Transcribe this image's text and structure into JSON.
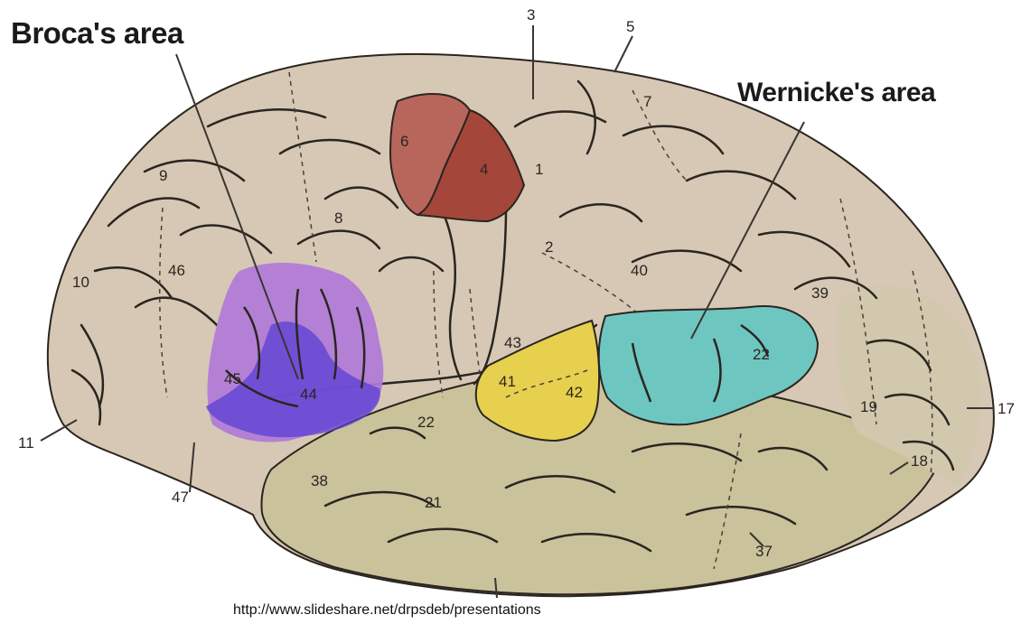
{
  "diagram": {
    "titles": {
      "broca": "Broca's area",
      "wernicke": "Wernicke's area"
    },
    "source_url": "http://www.slideshare.net/drpsdeb/presentations",
    "area_labels": {
      "a3": "3",
      "a5": "5",
      "a7": "7",
      "a6": "6",
      "a4": "4",
      "a1": "1",
      "a9": "9",
      "a8": "8",
      "a2": "2",
      "a40": "40",
      "a39": "39",
      "a46": "46",
      "a10": "10",
      "a45": "45",
      "a44": "44",
      "a43": "43",
      "a41": "41",
      "a42": "42",
      "a22_sup": "22",
      "a22_wer": "22",
      "a19": "19",
      "a17": "17",
      "a18": "18",
      "a11": "11",
      "a47": "47",
      "a38": "38",
      "a21": "21",
      "a37": "37"
    },
    "colors": {
      "cortex": "#d6c8b4",
      "cortex_lower": "#c9c29b",
      "sulcus": "#2b2520",
      "dashed": "#4a4038",
      "motor_6": "#b8665c",
      "motor_4": "#a4463a",
      "broca_45": "#b07ad8",
      "broca_44": "#5b3fd4",
      "auditory": "#e6d04e",
      "wernicke": "#6ec6c0"
    }
  }
}
